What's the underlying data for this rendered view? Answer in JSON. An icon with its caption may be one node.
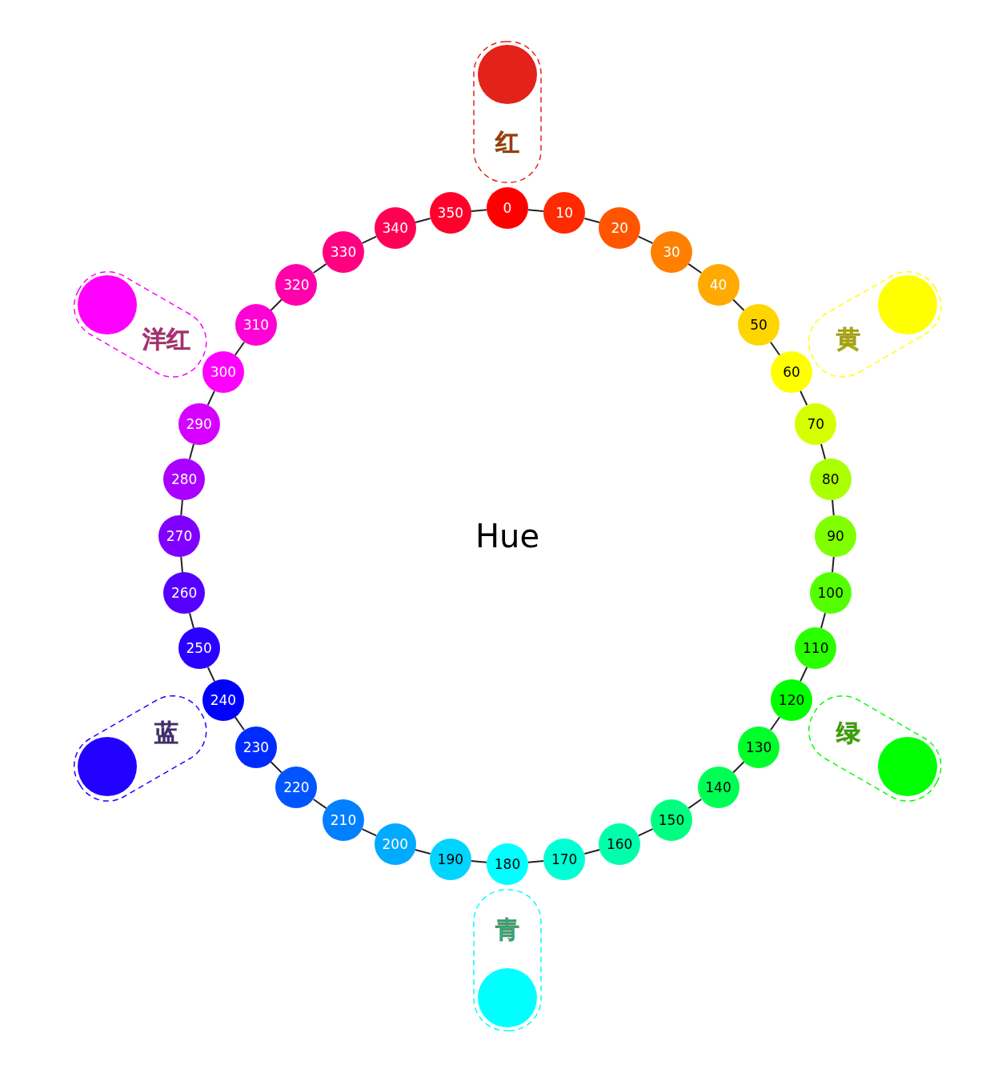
{
  "diagram": {
    "nodes": [
      {
        "text": [
          "0"
        ]
      },
      {
        "text": [
          "10"
        ]
      },
      {
        "text": [
          "20"
        ]
      },
      {
        "text": [
          "30"
        ]
      },
      {
        "text": [
          "40"
        ]
      },
      {
        "text": [
          "50"
        ]
      },
      {
        "text": [
          "60"
        ]
      },
      {
        "text": [
          "70"
        ]
      },
      {
        "text": [
          "80"
        ]
      },
      {
        "text": [
          "90"
        ]
      },
      {
        "text": [
          "100"
        ]
      },
      {
        "text": [
          "110"
        ]
      },
      {
        "text": [
          "120"
        ]
      },
      {
        "text": [
          "130"
        ]
      },
      {
        "text": [
          "140"
        ]
      },
      {
        "text": [
          "150"
        ]
      },
      {
        "text": [
          "160"
        ]
      },
      {
        "text": [
          "170"
        ]
      },
      {
        "text": [
          "180"
        ]
      },
      {
        "text": [
          "190"
        ]
      },
      {
        "text": [
          "200"
        ]
      },
      {
        "text": [
          "210"
        ]
      },
      {
        "text": [
          "220"
        ]
      },
      {
        "text": [
          "230"
        ]
      },
      {
        "text": [
          "240"
        ]
      },
      {
        "text": [
          "250"
        ]
      },
      {
        "text": [
          "260"
        ]
      },
      {
        "text": [
          "270"
        ]
      },
      {
        "text": [
          "280"
        ]
      },
      {
        "text": [
          "290"
        ]
      },
      {
        "text": [
          "300"
        ]
      },
      {
        "text": [
          "310"
        ]
      },
      {
        "text": [
          "320"
        ]
      },
      {
        "text": [
          "330"
        ]
      },
      {
        "text": [
          "340"
        ]
      },
      {
        "text": [
          "350"
        ]
      },
      {
        "text": [
          "红"
        ]
      },
      {
        "text": [],
        "shape": "circle",
        "in": 36
      },
      {
        "text": [
          "黄"
        ]
      },
      {
        "text": [],
        "shape": "circle",
        "in": 38
      },
      {
        "text": [
          "绿"
        ]
      },
      {
        "text": [],
        "shape": "circle",
        "in": 40
      },
      {
        "text": [
          "青"
        ]
      },
      {
        "text": [],
        "shape": "circle",
        "in": 42
      },
      {
        "text": [
          "蓝"
        ]
      },
      {
        "text": [],
        "shape": "circle",
        "in": 44
      },
      {
        "text": [
          "洋红"
        ]
      },
      {
        "text": [],
        "shape": "circle",
        "in": 46
      }
    ],
    "edges": [
      {
        "from": 0,
        "to": 1,
        "arrow": "none"
      },
      {
        "from": 1,
        "to": 2,
        "arrow": "none"
      },
      {
        "from": 2,
        "to": 3,
        "arrow": "none"
      },
      {
        "from": 3,
        "to": 4,
        "arrow": "none"
      },
      {
        "from": 4,
        "to": 5,
        "arrow": "none"
      },
      {
        "from": 5,
        "to": 6,
        "arrow": "none"
      },
      {
        "from": 6,
        "to": 7,
        "arrow": "none"
      },
      {
        "from": 7,
        "to": 8,
        "arrow": "none"
      },
      {
        "from": 8,
        "to": 9,
        "arrow": "none"
      },
      {
        "from": 9,
        "to": 10,
        "arrow": "none"
      },
      {
        "from": 10,
        "to": 11,
        "arrow": "none"
      },
      {
        "from": 11,
        "to": 12,
        "arrow": "none"
      },
      {
        "from": 12,
        "to": 13,
        "arrow": "none"
      },
      {
        "from": 13,
        "to": 14,
        "arrow": "none"
      },
      {
        "from": 14,
        "to": 15,
        "arrow": "none"
      },
      {
        "from": 15,
        "to": 16,
        "arrow": "none"
      },
      {
        "from": 16,
        "to": 17,
        "arrow": "none"
      },
      {
        "from": 17,
        "to": 18,
        "arrow": "none"
      },
      {
        "from": 18,
        "to": 19,
        "arrow": "none"
      },
      {
        "from": 19,
        "to": 20,
        "arrow": "none"
      },
      {
        "from": 20,
        "to": 21,
        "arrow": "none"
      },
      {
        "from": 21,
        "to": 22,
        "arrow": "none"
      },
      {
        "from": 22,
        "to": 23,
        "arrow": "none"
      },
      {
        "from": 23,
        "to": 24,
        "arrow": "none"
      },
      {
        "from": 24,
        "to": 25,
        "arrow": "none"
      },
      {
        "from": 25,
        "to": 26,
        "arrow": "none"
      },
      {
        "from": 26,
        "to": 27,
        "arrow": "none"
      },
      {
        "from": 27,
        "to": 28,
        "arrow": "none"
      },
      {
        "from": 28,
        "to": 29,
        "arrow": "none"
      },
      {
        "from": 29,
        "to": 30,
        "arrow": "none"
      },
      {
        "from": 30,
        "to": 31,
        "arrow": "none"
      },
      {
        "from": 31,
        "to": 32,
        "arrow": "none"
      },
      {
        "from": 32,
        "to": 33,
        "arrow": "none"
      },
      {
        "from": 33,
        "to": 34,
        "arrow": "none"
      },
      {
        "from": 34,
        "to": 35,
        "arrow": "none"
      },
      {
        "from": 35,
        "to": 0,
        "arrow": "none"
      }
    ],
    "labels": [
      "Hue"
    ]
  }
}
